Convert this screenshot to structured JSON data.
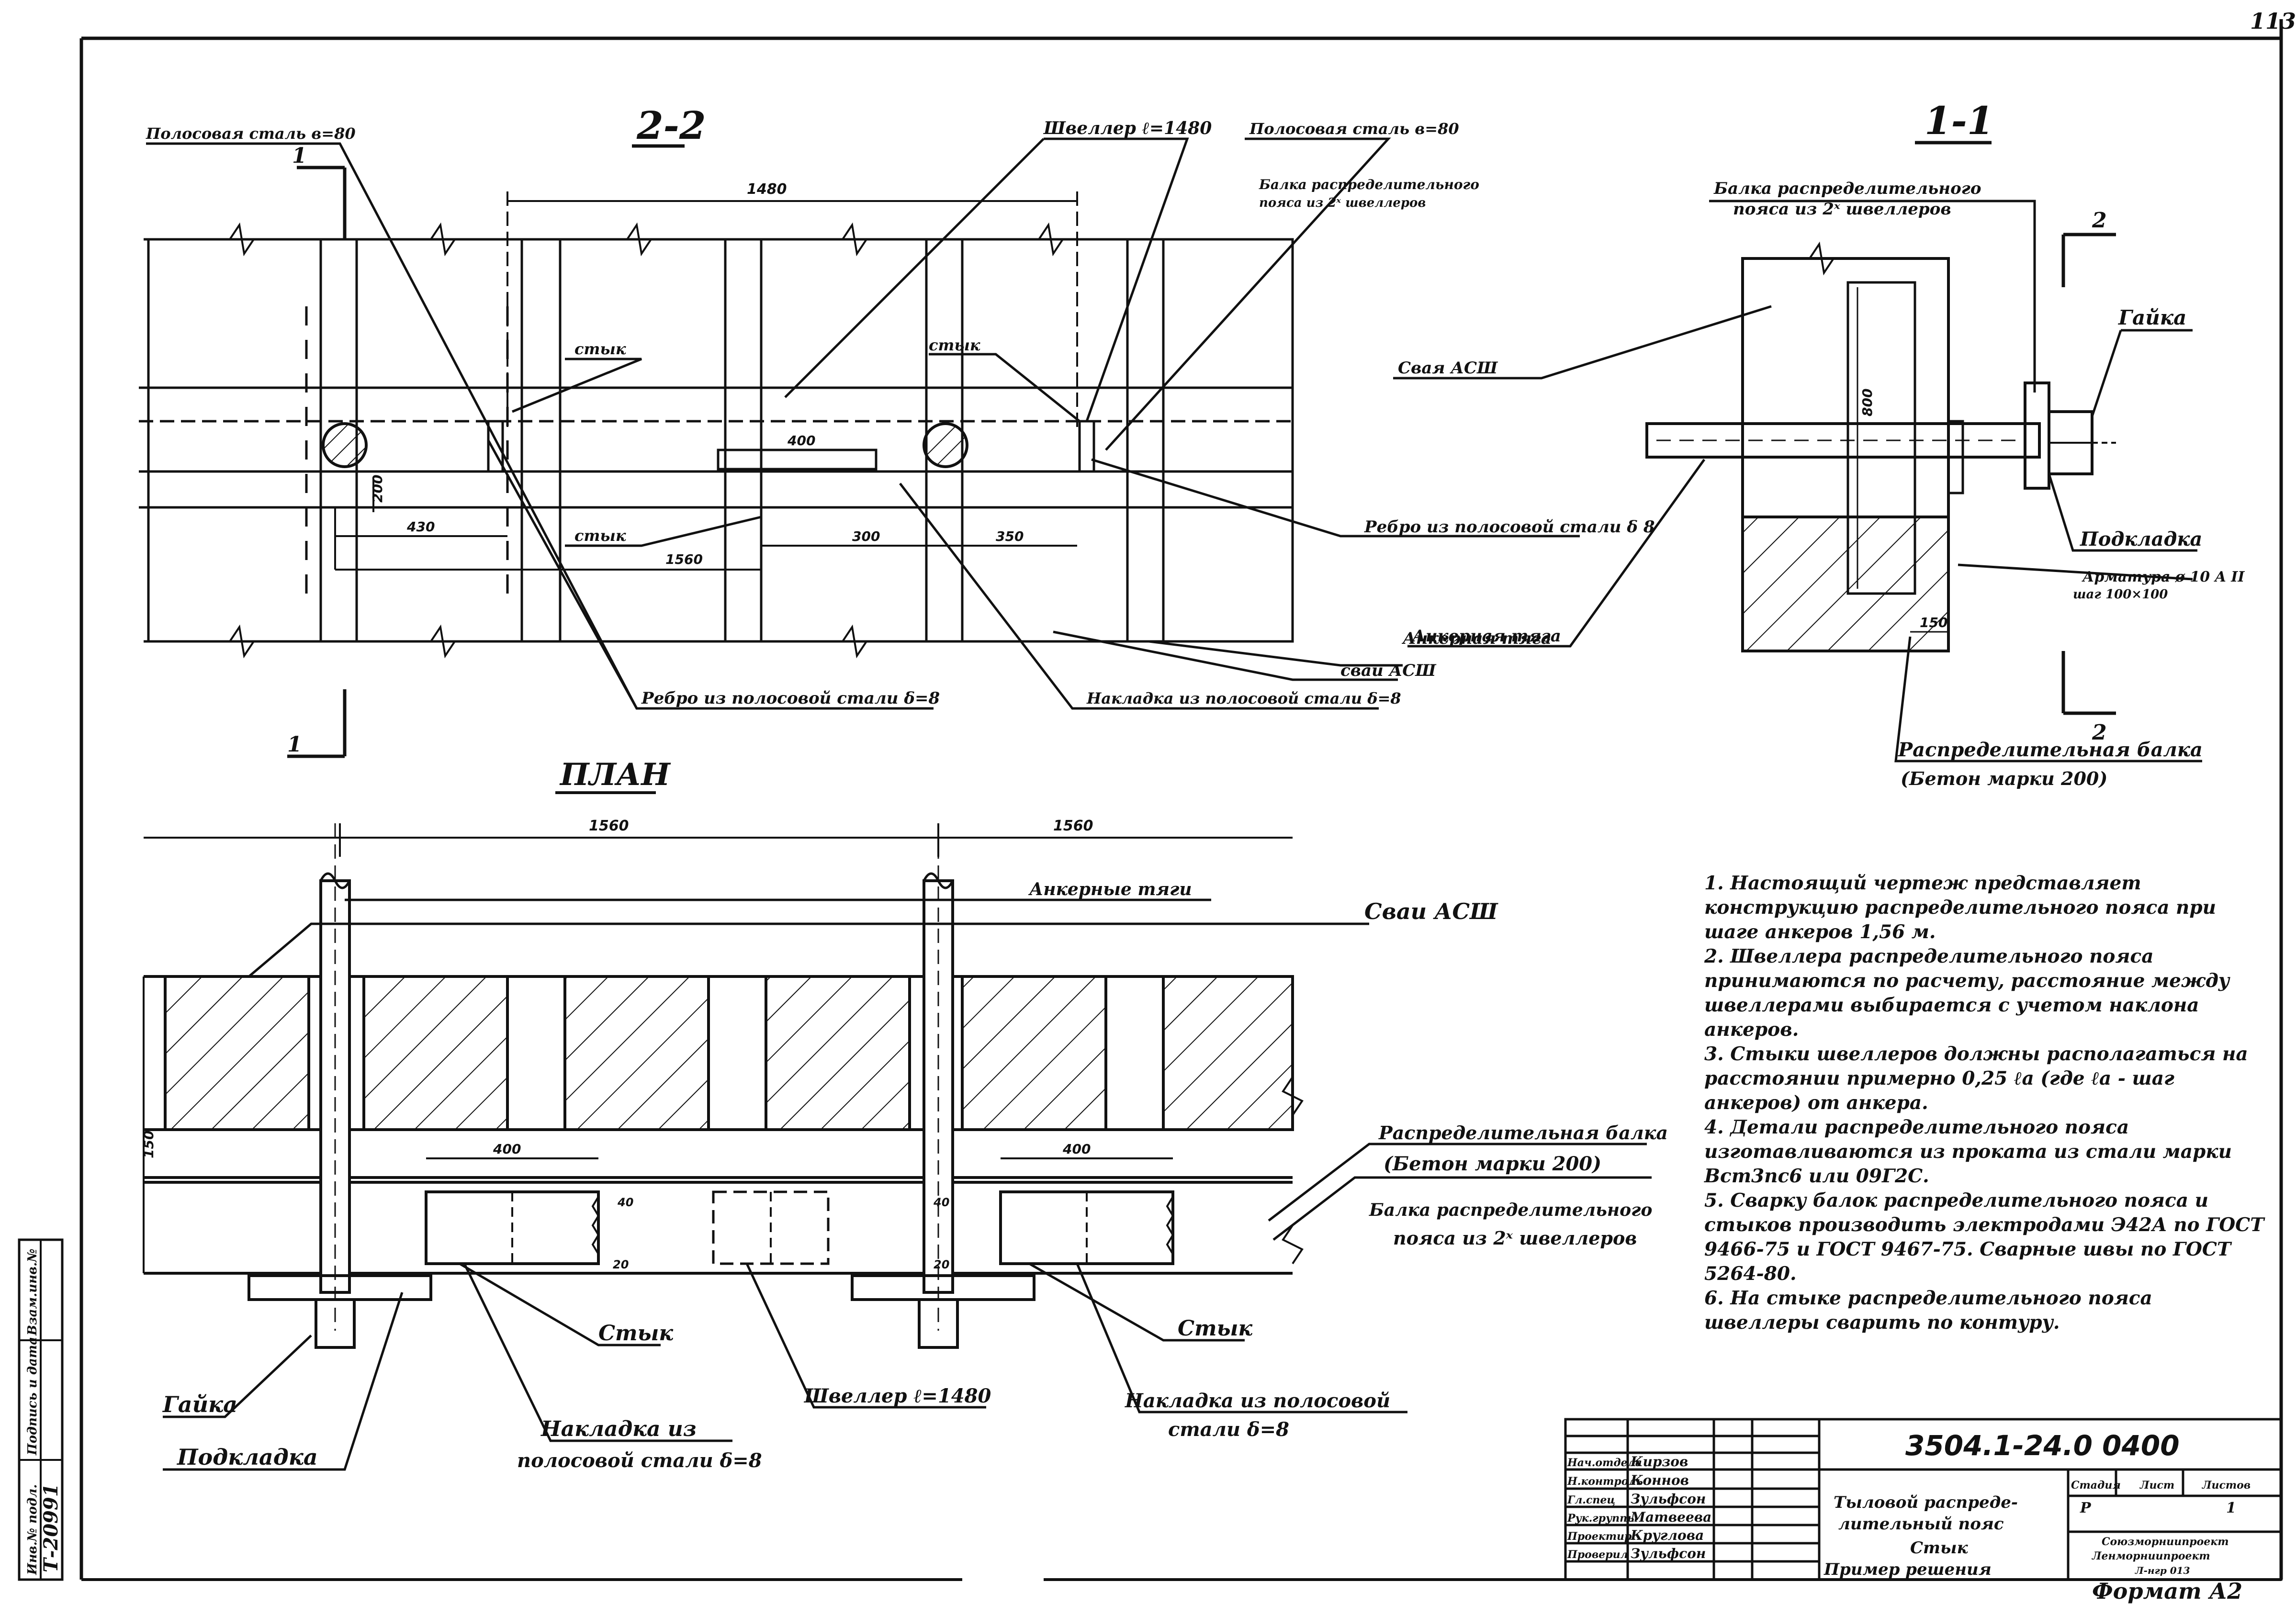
{
  "page_number": "113",
  "format": "Формат А2",
  "section_2_2": {
    "title": "2-2",
    "labels": {
      "strip_steel_left": "Полосовая сталь в=80",
      "channel": "Швеллер ℓ=1480",
      "strip_steel_right": "Полосовая сталь в=80",
      "beam_line1": "Балка распределительного",
      "beam_line2": "пояса из 2ˣ швеллеров",
      "joint1": "стык",
      "joint2": "стык",
      "joint3": "стык",
      "rib_right": "Ребро из полосовой стали δ 8",
      "rib_bottom": "Ребро из полосовой стали δ=8",
      "anchor_rod": "Анкерная тяга",
      "piles": "сваи АСШ",
      "overlay": "Накладка из полосовой стали δ=8",
      "cut_1_top": "1",
      "cut_1_bottom": "1"
    },
    "dims": {
      "d1480": "1480",
      "d400": "400",
      "d200": "200",
      "d430": "430",
      "d1560": "1560",
      "d300": "300",
      "d350": "350"
    }
  },
  "section_1_1": {
    "title": "1-1",
    "labels": {
      "beam_line1": "Балка распределительного",
      "beam_line2": "пояса из 2ˣ швеллеров",
      "pile": "Свая АСШ",
      "nut": "Гайка",
      "washer": "Подкладка",
      "rebar_line1": "Арматура ø 10 A II",
      "rebar_line2": "шаг 100×100",
      "anchor_rod": "Анкерная тяга",
      "dist_beam_line1": "Распределительная балка",
      "dist_beam_line2": "(Бетон марки 200)",
      "cut_2_top": "2",
      "cut_2_bottom": "2"
    },
    "dims": {
      "d800": "800",
      "d150": "150"
    }
  },
  "plan": {
    "title": "ПЛАН",
    "labels": {
      "anchor_rods": "Анкерные тяги",
      "piles": "Сваи АСШ",
      "dist_beam_line1": "Распределительная балка",
      "dist_beam_line2": "(Бетон марки 200)",
      "belt_line1": "Балка распределительного",
      "belt_line2": "пояса из 2ˣ швеллеров",
      "joint_left": "Стык",
      "joint_right": "Стык",
      "nut": "Гайка",
      "washer": "Подкладка",
      "overlay_left_line1": "Накладка из",
      "overlay_left_line2": "полосовой стали δ=8",
      "channel": "Швеллер ℓ=1480",
      "overlay_right_line1": "Накладка из полосовой",
      "overlay_right_line2": "стали δ=8"
    },
    "dims": {
      "d1560a": "1560",
      "d1560b": "1560",
      "d400a": "400",
      "d400b": "400",
      "d150": "150",
      "d40a": "40",
      "d40b": "40",
      "d20a": "20",
      "d20b": "20"
    }
  },
  "notes": [
    "1. Настоящий чертеж представляет конструкцию распределительного пояса при шаге анкеров 1,56 м.",
    "2. Швеллера распределительного пояса принимаются по расчету, расстояние между швеллерами выбирается с учетом наклона анкеров.",
    "3. Стыки швеллеров должны располагаться на расстоянии примерно 0,25 ℓа (где ℓа - шаг анкеров) от анкера.",
    "4. Детали распределительного пояса изготавливаются из проката из стали марки Вст3пс6 или 09Г2С.",
    "5. Сварку балок распределительного пояса и стыков производить электродами Э42А по ГОСТ 9466-75 и ГОСТ 9467-75. Сварные швы по ГОСТ 5264-80.",
    "6. На стыке распределительного пояса швеллеры сварить по контуру."
  ],
  "title_block": {
    "code": "3504.1-24.0 0400",
    "description": [
      "Тыловой распреде-",
      "лительный пояс",
      "Стык",
      "Пример решения"
    ],
    "stage_header": "Стадия",
    "sheet_header": "Лист",
    "sheets_header": "Листов",
    "stage": "Р",
    "sheet": "",
    "sheets": "1",
    "org": [
      "Союзморниипроект",
      "Ленморниипроект",
      "Л-нгр 013"
    ],
    "roles": [
      {
        "role": "Нач.отдела",
        "name": "Кирзов"
      },
      {
        "role": "Н.контроль",
        "name": "Коннов"
      },
      {
        "role": "Гл.спец",
        "name": "Зульфсон"
      },
      {
        "role": "Рук.группы",
        "name": "Матвеева"
      },
      {
        "role": "Проектир.",
        "name": "Круглова"
      },
      {
        "role": "Проверил",
        "name": "Зульфсон"
      }
    ]
  },
  "side_stamp": {
    "inv": "Инв.№ подл.",
    "sign": "Подпись и дата",
    "repl": "Взам.инв.№",
    "number": "Т-20991"
  }
}
